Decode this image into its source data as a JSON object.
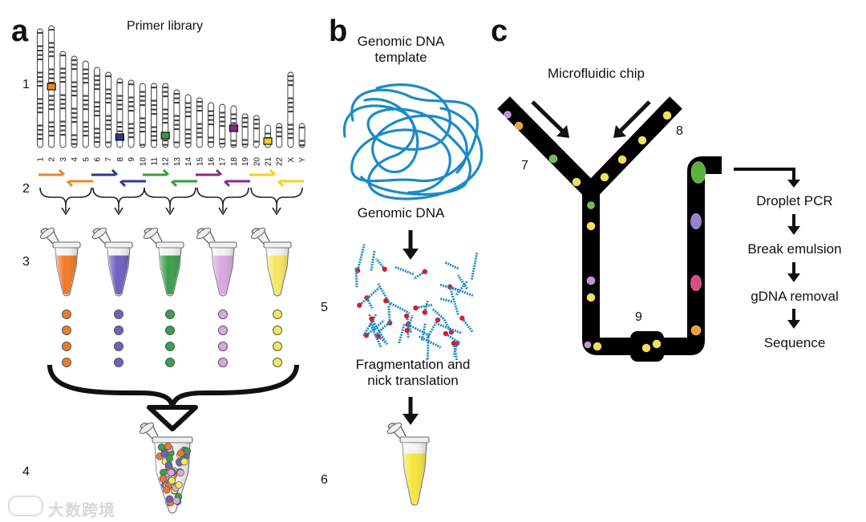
{
  "panels": {
    "a": "a",
    "b": "b",
    "c": "c"
  },
  "panel_a": {
    "title": "Primer library",
    "step_numbers": [
      "1",
      "2",
      "3",
      "4"
    ],
    "chromosome_labels": [
      "1",
      "2",
      "3",
      "4",
      "5",
      "6",
      "7",
      "8",
      "9",
      "10",
      "11",
      "12",
      "13",
      "14",
      "15",
      "16",
      "17",
      "18",
      "19",
      "20",
      "21",
      "22",
      "X",
      "Y"
    ],
    "marker_colors": {
      "orange": "#e8892a",
      "blue": "#2a3a8f",
      "green": "#3a9a3a",
      "purple": "#8a2a8a",
      "yellow": "#f2d21a"
    },
    "tube_colors": [
      "#f07a2a",
      "#7060c0",
      "#3aa04a",
      "#d8a8e0",
      "#f8e860"
    ]
  },
  "panel_b": {
    "template_label_line1": "Genomic DNA",
    "template_label_line2": "template",
    "genomic_label": "Genomic DNA",
    "fragment_label_line1": "Fragmentation and",
    "fragment_label_line2": "nick translation",
    "step_numbers": [
      "5",
      "6"
    ],
    "dna_color": "#1a8ac8",
    "nick_color": "#d02030"
  },
  "panel_c": {
    "chip_label": "Microfluidic chip",
    "step_numbers": [
      "7",
      "8",
      "9"
    ],
    "workflow": [
      "Droplet PCR",
      "Break emulsion",
      "gDNA removal",
      "Sequence"
    ]
  },
  "watermark": "大数跨境"
}
